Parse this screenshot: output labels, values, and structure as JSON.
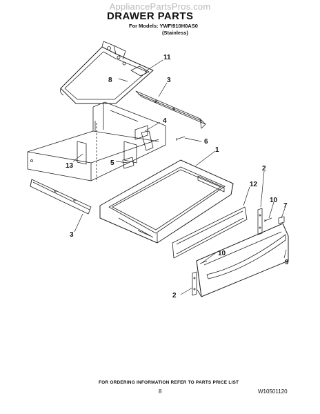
{
  "watermark": "AppliancePartsPros.com",
  "header": {
    "title": "DRAWER PARTS",
    "models_line": "For Models: YWFI910H0AS0",
    "finish": "(Stainless)"
  },
  "callouts": {
    "c1": "1",
    "c2a": "2",
    "c2b": "2",
    "c3a": "3",
    "c3b": "3",
    "c4": "4",
    "c5": "5",
    "c6": "6",
    "c7": "7",
    "c8": "8",
    "c9": "9",
    "c10a": "10",
    "c10b": "10",
    "c11": "11",
    "c12": "12",
    "c13": "13"
  },
  "footer": {
    "note": "FOR ORDERING INFORMATION REFER TO PARTS PRICE LIST",
    "page_number": "8",
    "document_number": "W10501120"
  }
}
